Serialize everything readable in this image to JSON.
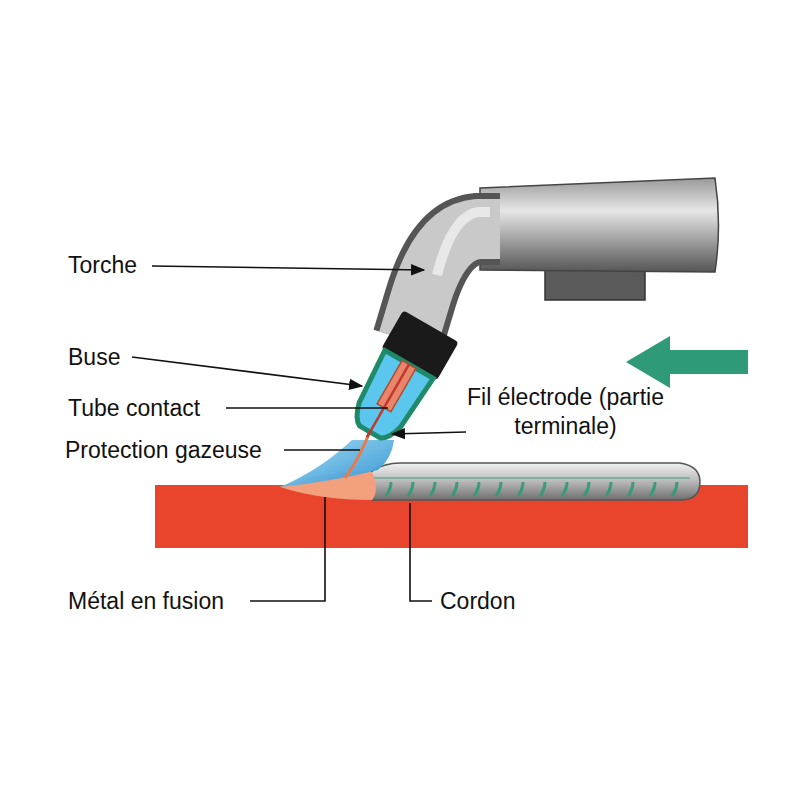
{
  "diagram": {
    "labels": [
      "Torche",
      "Buse",
      "Tube contact",
      "Protection gazeuse",
      "Fil électrode (partie terminale)",
      "Métal en fusion",
      "Cordon"
    ]
  }
}
